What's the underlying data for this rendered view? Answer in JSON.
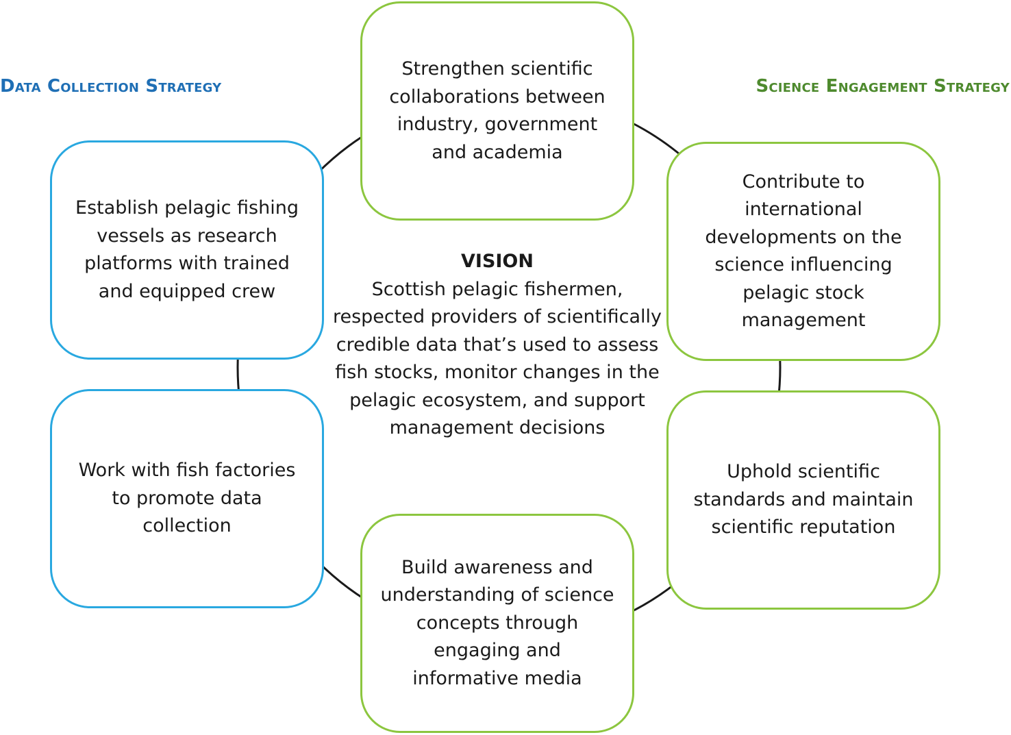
{
  "headings": {
    "data_collection": "Data Collection Strategy",
    "science_engagement": "Science Engagement Strategy"
  },
  "vision": {
    "title": "VISION",
    "text": "Scottish pelagic fishermen, respected providers of scientifically credible data that’s used to assess fish stocks, monitor changes in the pelagic ecosystem, and support management decisions"
  },
  "boxes": {
    "top": "Strengthen scientific collaborations between industry, government and academia",
    "upper_left": "Establish pelagic fishing vessels as research platforms with trained and equipped crew",
    "lower_left": "Work with fish factories to promote data collection",
    "bottom": "Build awareness and understanding of science concepts through engaging and informative media",
    "upper_right": "Contribute to international developments on the science influencing pelagic stock management",
    "lower_right": "Uphold scientific standards and maintain scientific reputation"
  },
  "colors": {
    "data_collection_heading": "#1f6fb5",
    "science_engagement_heading": "#4e8a2e",
    "data_collection_border": "#29a8e0",
    "science_engagement_border": "#8cc63f",
    "connector": "#1a1a1a"
  }
}
